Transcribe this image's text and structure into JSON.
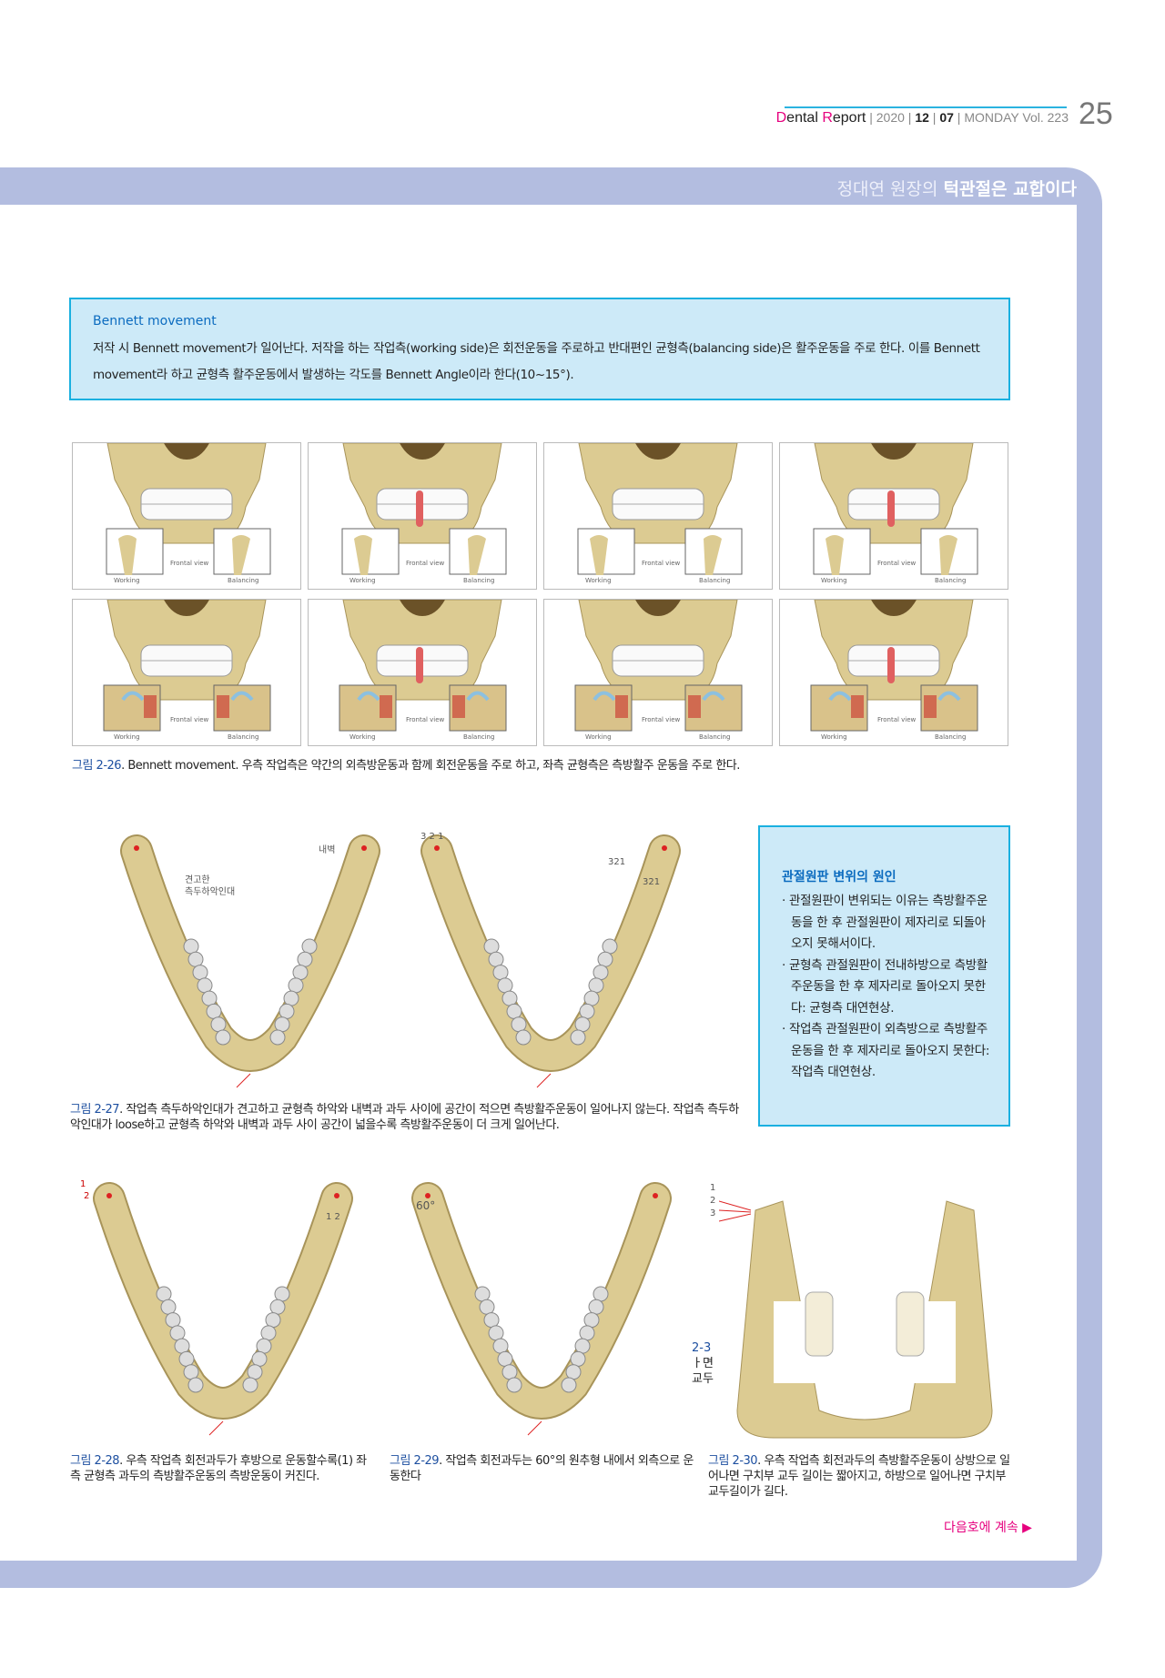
{
  "header": {
    "brand_d": "D",
    "brand_ental": "ental ",
    "brand_r": "R",
    "brand_eport": "eport",
    "year": "2020",
    "month": "12",
    "day": "07",
    "weekday": "MONDAY",
    "volume": "Vol. 223",
    "page_number": "25"
  },
  "band": {
    "series_prefix": "정대연 원장의",
    "series_title": "턱관절은 교합이다"
  },
  "bennett_box": {
    "title": "Bennett movement",
    "body": "저작 시 Bennett movement가 일어난다. 저작을 하는 작업측(working side)은 회전운동을 주로하고 반대편인 균형측(balancing side)은 활주운동을 주로 한다. 이를 Bennett movement라 하고 균형측 활주운동에서 발생하는 각도를 Bennett Angle이라 한다(10~15°)."
  },
  "figure_2_26": {
    "panel_labels": {
      "working": "Working",
      "frontal": "Frontal view",
      "balancing": "Balancing"
    },
    "caption_num": "그림 2-26",
    "caption": ". Bennett movement. 우측 작업측은 약간의 외측방운동과 함께 회전운동을 주로 하고, 좌측 균형측은 측방활주 운동을 주로 한다."
  },
  "figure_2_27": {
    "labels": {
      "ligament_1": "견고한",
      "ligament_2": "측두하악인대",
      "inner_wall": "내벽",
      "nums_a": "3 2 1",
      "nums_b": "321",
      "nums_c": "321"
    },
    "caption_num": "그림 2-27",
    "caption": ". 작업측 측두하악인대가 견고하고 균형측 하악와 내벽과 과두 사이에 공간이 적으면 측방활주운동이 일어나지 않는다. 작업측 측두하악인대가 loose하고 균형측 하악와 내벽과 과두 사이 공간이 넓을수록 측방활주운동이 더 크게 일어난다."
  },
  "info_box": {
    "title": "관절원판 변위의 원인",
    "items": [
      "· 관절원판이 변위되는 이유는 측방활주운동을 한 후 관절원판이 제자리로 되돌아 오지 못해서이다.",
      "· 균형측 관절원판이 전내하방으로 측방활주운동을 한 후 제자리로 돌아오지 못한다: 균형측 대연현상.",
      "· 작업측 관절원판이 외측방으로 측방활주운동을 한 후 제자리로 돌아오지 못한다: 작업측 대연현상."
    ]
  },
  "figure_2_28": {
    "labels": {
      "n1": "1",
      "n2": "2",
      "n12": "1 2"
    },
    "caption_num": "그림 2-28",
    "caption": ". 우측 작업측 회전과두가 후방으로 운동할수록(1) 좌측 균형측 과두의 측방활주운동의 측방운동이 커진다."
  },
  "figure_2_29": {
    "labels": {
      "angle": "60°"
    },
    "caption_num": "그림 2-29",
    "caption": ". 작업측 회전과두는 60°의 원추형 내에서 외측으로 운동한다"
  },
  "figure_2_30": {
    "labels": {
      "n1": "1",
      "n2": "2",
      "n3": "3",
      "frag1": "2-3",
      "frag2": "ㅏ면",
      "frag3": "교두"
    },
    "caption_num": "그림 2-30",
    "caption": ". 우측 작업측 회전과두의 측방활주운동이 상방으로 일어나면 구치부 교두 길이는 짧아지고, 하방으로 일어나면 구치부 교두길이가 길다."
  },
  "continued": "다음호에 계속 ▶",
  "colors": {
    "band": "#b3bde0",
    "box_bg": "#cdeaf8",
    "box_border": "#1ab0e0",
    "accent_pink": "#e6007e",
    "caption_blue": "#1d4fa0",
    "bone": "#dccb92"
  }
}
